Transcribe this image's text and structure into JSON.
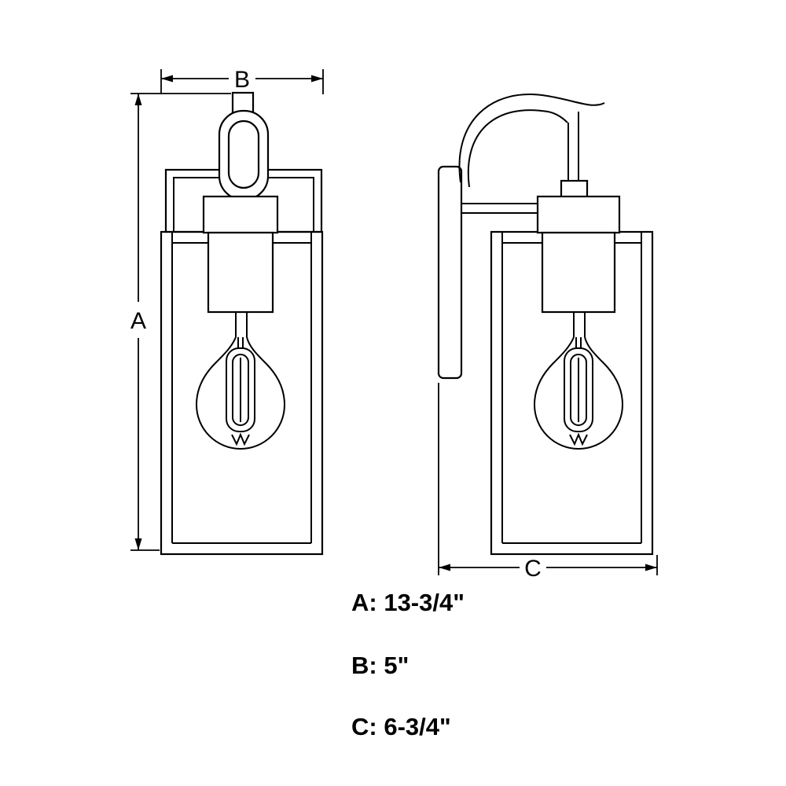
{
  "colors": {
    "line": "#000000",
    "background": "#ffffff"
  },
  "diagram": {
    "dim_a": {
      "letter": "A",
      "value": "13-3/4\"",
      "label": "A: 13-3/4\""
    },
    "dim_b": {
      "letter": "B",
      "value": "5\"",
      "label": "B: 5\""
    },
    "dim_c": {
      "letter": "C",
      "value": "6-3/4\"",
      "label": "C: 6-3/4\""
    }
  }
}
